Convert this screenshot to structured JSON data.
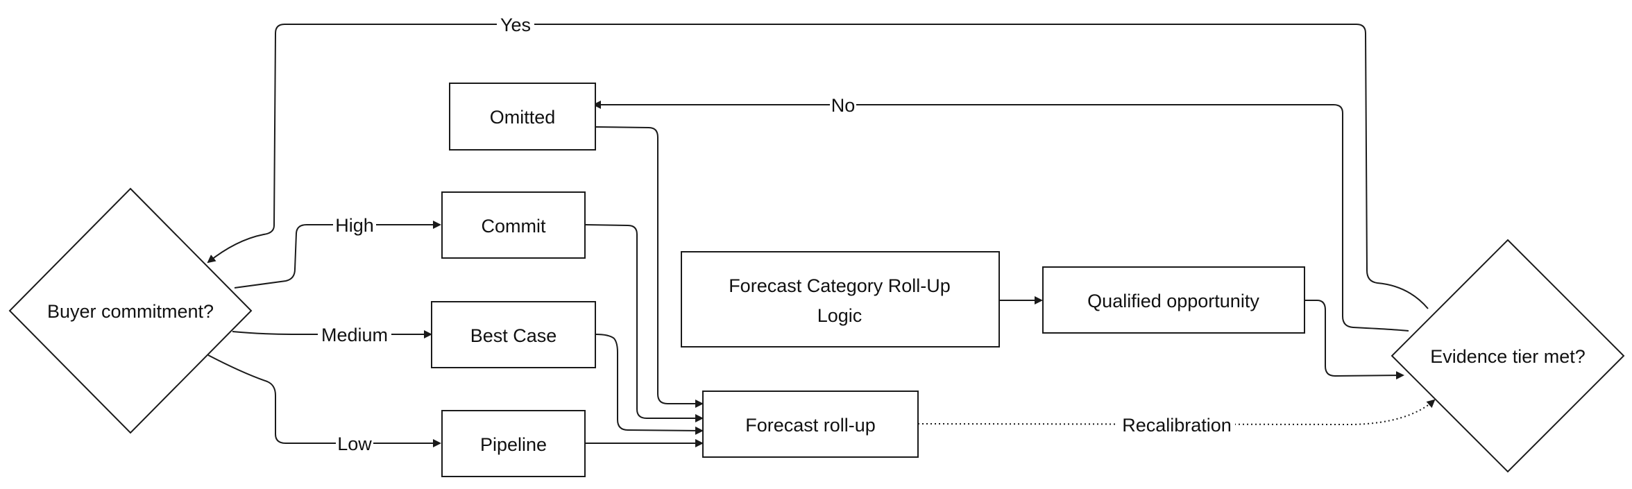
{
  "diagram": {
    "nodes": {
      "buyer_commitment": "Buyer commitment?",
      "omitted": "Omitted",
      "commit": "Commit",
      "best_case": "Best Case",
      "pipeline": "Pipeline",
      "title_line1": "Forecast Category Roll-Up",
      "title_line2": "Logic",
      "qualified_opportunity": "Qualified opportunity",
      "forecast_rollup": "Forecast roll-up",
      "evidence_tier": "Evidence tier met?"
    },
    "edges": {
      "yes": "Yes",
      "no": "No",
      "high": "High",
      "medium": "Medium",
      "low": "Low",
      "recalibration": "Recalibration"
    },
    "colors": {
      "stroke": "#1a1a1a",
      "background": "#ffffff",
      "text": "#111111"
    }
  }
}
